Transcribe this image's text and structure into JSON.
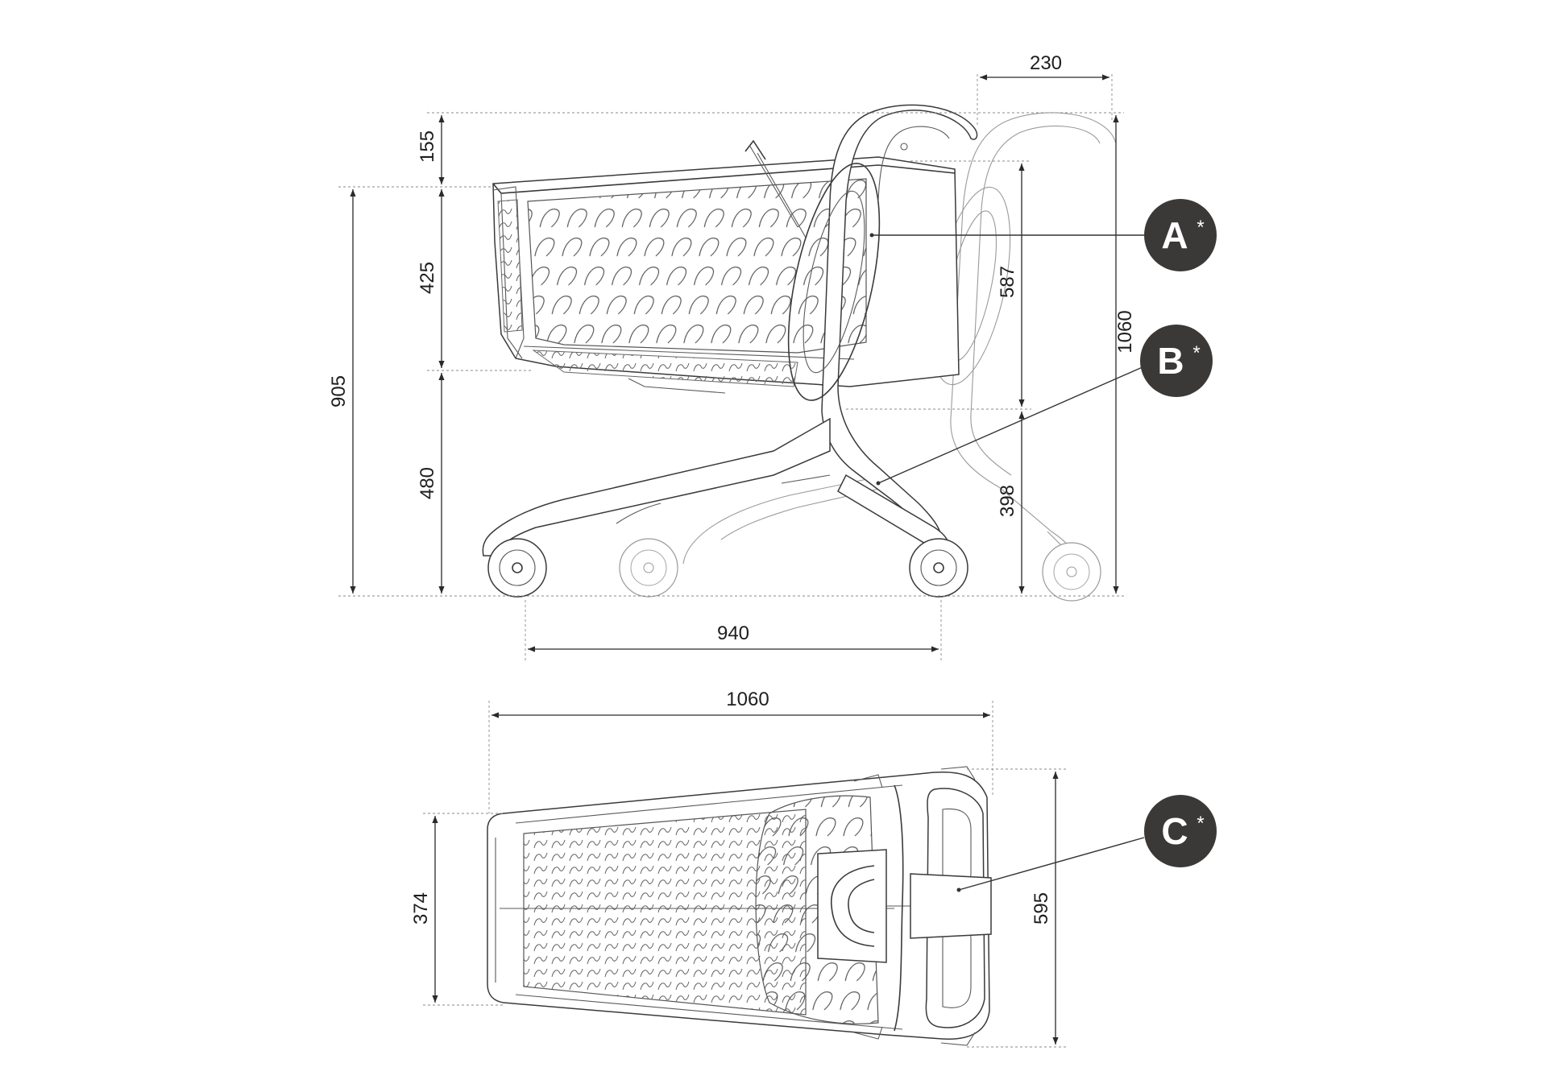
{
  "dimensions": {
    "side_view": {
      "handle_offset": "230",
      "handle_height": "155",
      "basket_depth": "425",
      "overall_height_left": "905",
      "lower_height": "480",
      "inner_height": "587",
      "overall_height_right": "1060",
      "base_height": "398",
      "wheelbase": "940"
    },
    "top_view": {
      "overall_length": "1060",
      "front_width": "374",
      "rear_width": "595"
    }
  },
  "callouts": [
    {
      "letter": "A",
      "mark": "*"
    },
    {
      "letter": "B",
      "mark": "*"
    },
    {
      "letter": "C",
      "mark": "*"
    }
  ],
  "colors": {
    "badge": "#3b3838",
    "line": "#3a3a3a"
  }
}
